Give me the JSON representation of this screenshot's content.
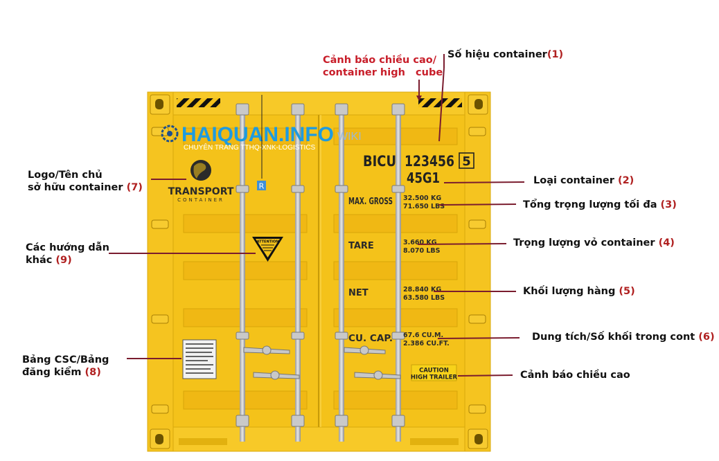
{
  "watermark": {
    "site": "HAIQUAN.INFO",
    "suffix": "WIKI",
    "tagline": "CHUYÊN TRANG TTHQ-XNK-LOGISTICS"
  },
  "container": {
    "color": "#f4c21a",
    "owner_code": "BICU",
    "serial": "123456",
    "check_digit": "5",
    "type_code": "45G1",
    "brand_line1": "TRANSPORT",
    "brand_line2": "CONTAINER",
    "registry_mark": "R",
    "weights": [
      {
        "label": "MAX. GROSS",
        "value1": "32.500 KG",
        "value2": "71.650 LBS"
      },
      {
        "label": "TARE",
        "value1": "3.660 KG",
        "value2": "8.070 LBS"
      },
      {
        "label": "NET",
        "value1": "28.840 KG",
        "value2": "63.580 LBS"
      },
      {
        "label": "CU. CAP.",
        "value1": "67.6 CU.M.",
        "value2": "2.386 CU.FT."
      }
    ],
    "attention_label": "ATTENTION",
    "caution_line1": "CAUTION",
    "caution_line2": "HIGH TRAILER"
  },
  "callouts": {
    "height_warning_line1": "Cảnh báo chiều cao/",
    "height_warning_line2": "container high   cube",
    "serial_number": "Số hiệu container",
    "serial_number_num": "(1)",
    "type": "Loại container",
    "type_num": "(2)",
    "max_gross": "Tổng trọng lượng tối đa",
    "max_gross_num": "(3)",
    "tare": "Trọng lượng vỏ container",
    "tare_num": "(4)",
    "net": "Khối lượng hàng",
    "net_num": "(5)",
    "capacity": "Dung tích/Số khối trong cont",
    "capacity_num": "(6)",
    "owner_logo_line1": "Logo/Tên chủ",
    "owner_logo_line2": "sở hữu container",
    "owner_logo_num": "(7)",
    "csc_plate_line1": "Bảng CSC/Bảng",
    "csc_plate_line2": "đăng kiểm",
    "csc_plate_num": "(8)",
    "other_instructions_line1": "Các hướng dẫn",
    "other_instructions_line2": "khác",
    "other_instructions_num": "(9)",
    "height_caution": "Cảnh báo chiều cao"
  }
}
